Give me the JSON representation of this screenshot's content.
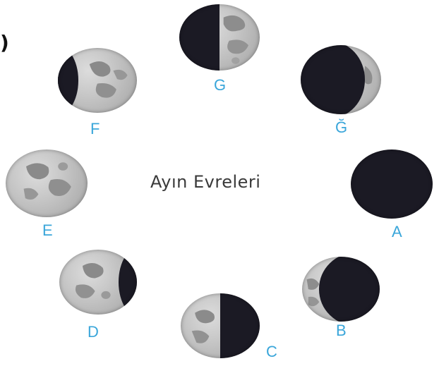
{
  "title": "Ayın Evreleri",
  "edge_fragment": ")",
  "label_color": "#3aa6da",
  "phases": [
    {
      "id": "A",
      "label": "A",
      "lit_fraction": 0.0,
      "lit_side": "none"
    },
    {
      "id": "B",
      "label": "B",
      "lit_fraction": 0.25,
      "lit_side": "left"
    },
    {
      "id": "C",
      "label": "C",
      "lit_fraction": 0.5,
      "lit_side": "left"
    },
    {
      "id": "D",
      "label": "D",
      "lit_fraction": 0.75,
      "lit_side": "left"
    },
    {
      "id": "E",
      "label": "E",
      "lit_fraction": 1.0,
      "lit_side": "full"
    },
    {
      "id": "F",
      "label": "F",
      "lit_fraction": 0.75,
      "lit_side": "right"
    },
    {
      "id": "G",
      "label": "G",
      "lit_fraction": 0.5,
      "lit_side": "right"
    },
    {
      "id": "Gb",
      "label": "Ğ",
      "lit_fraction": 0.2,
      "lit_side": "right"
    }
  ]
}
